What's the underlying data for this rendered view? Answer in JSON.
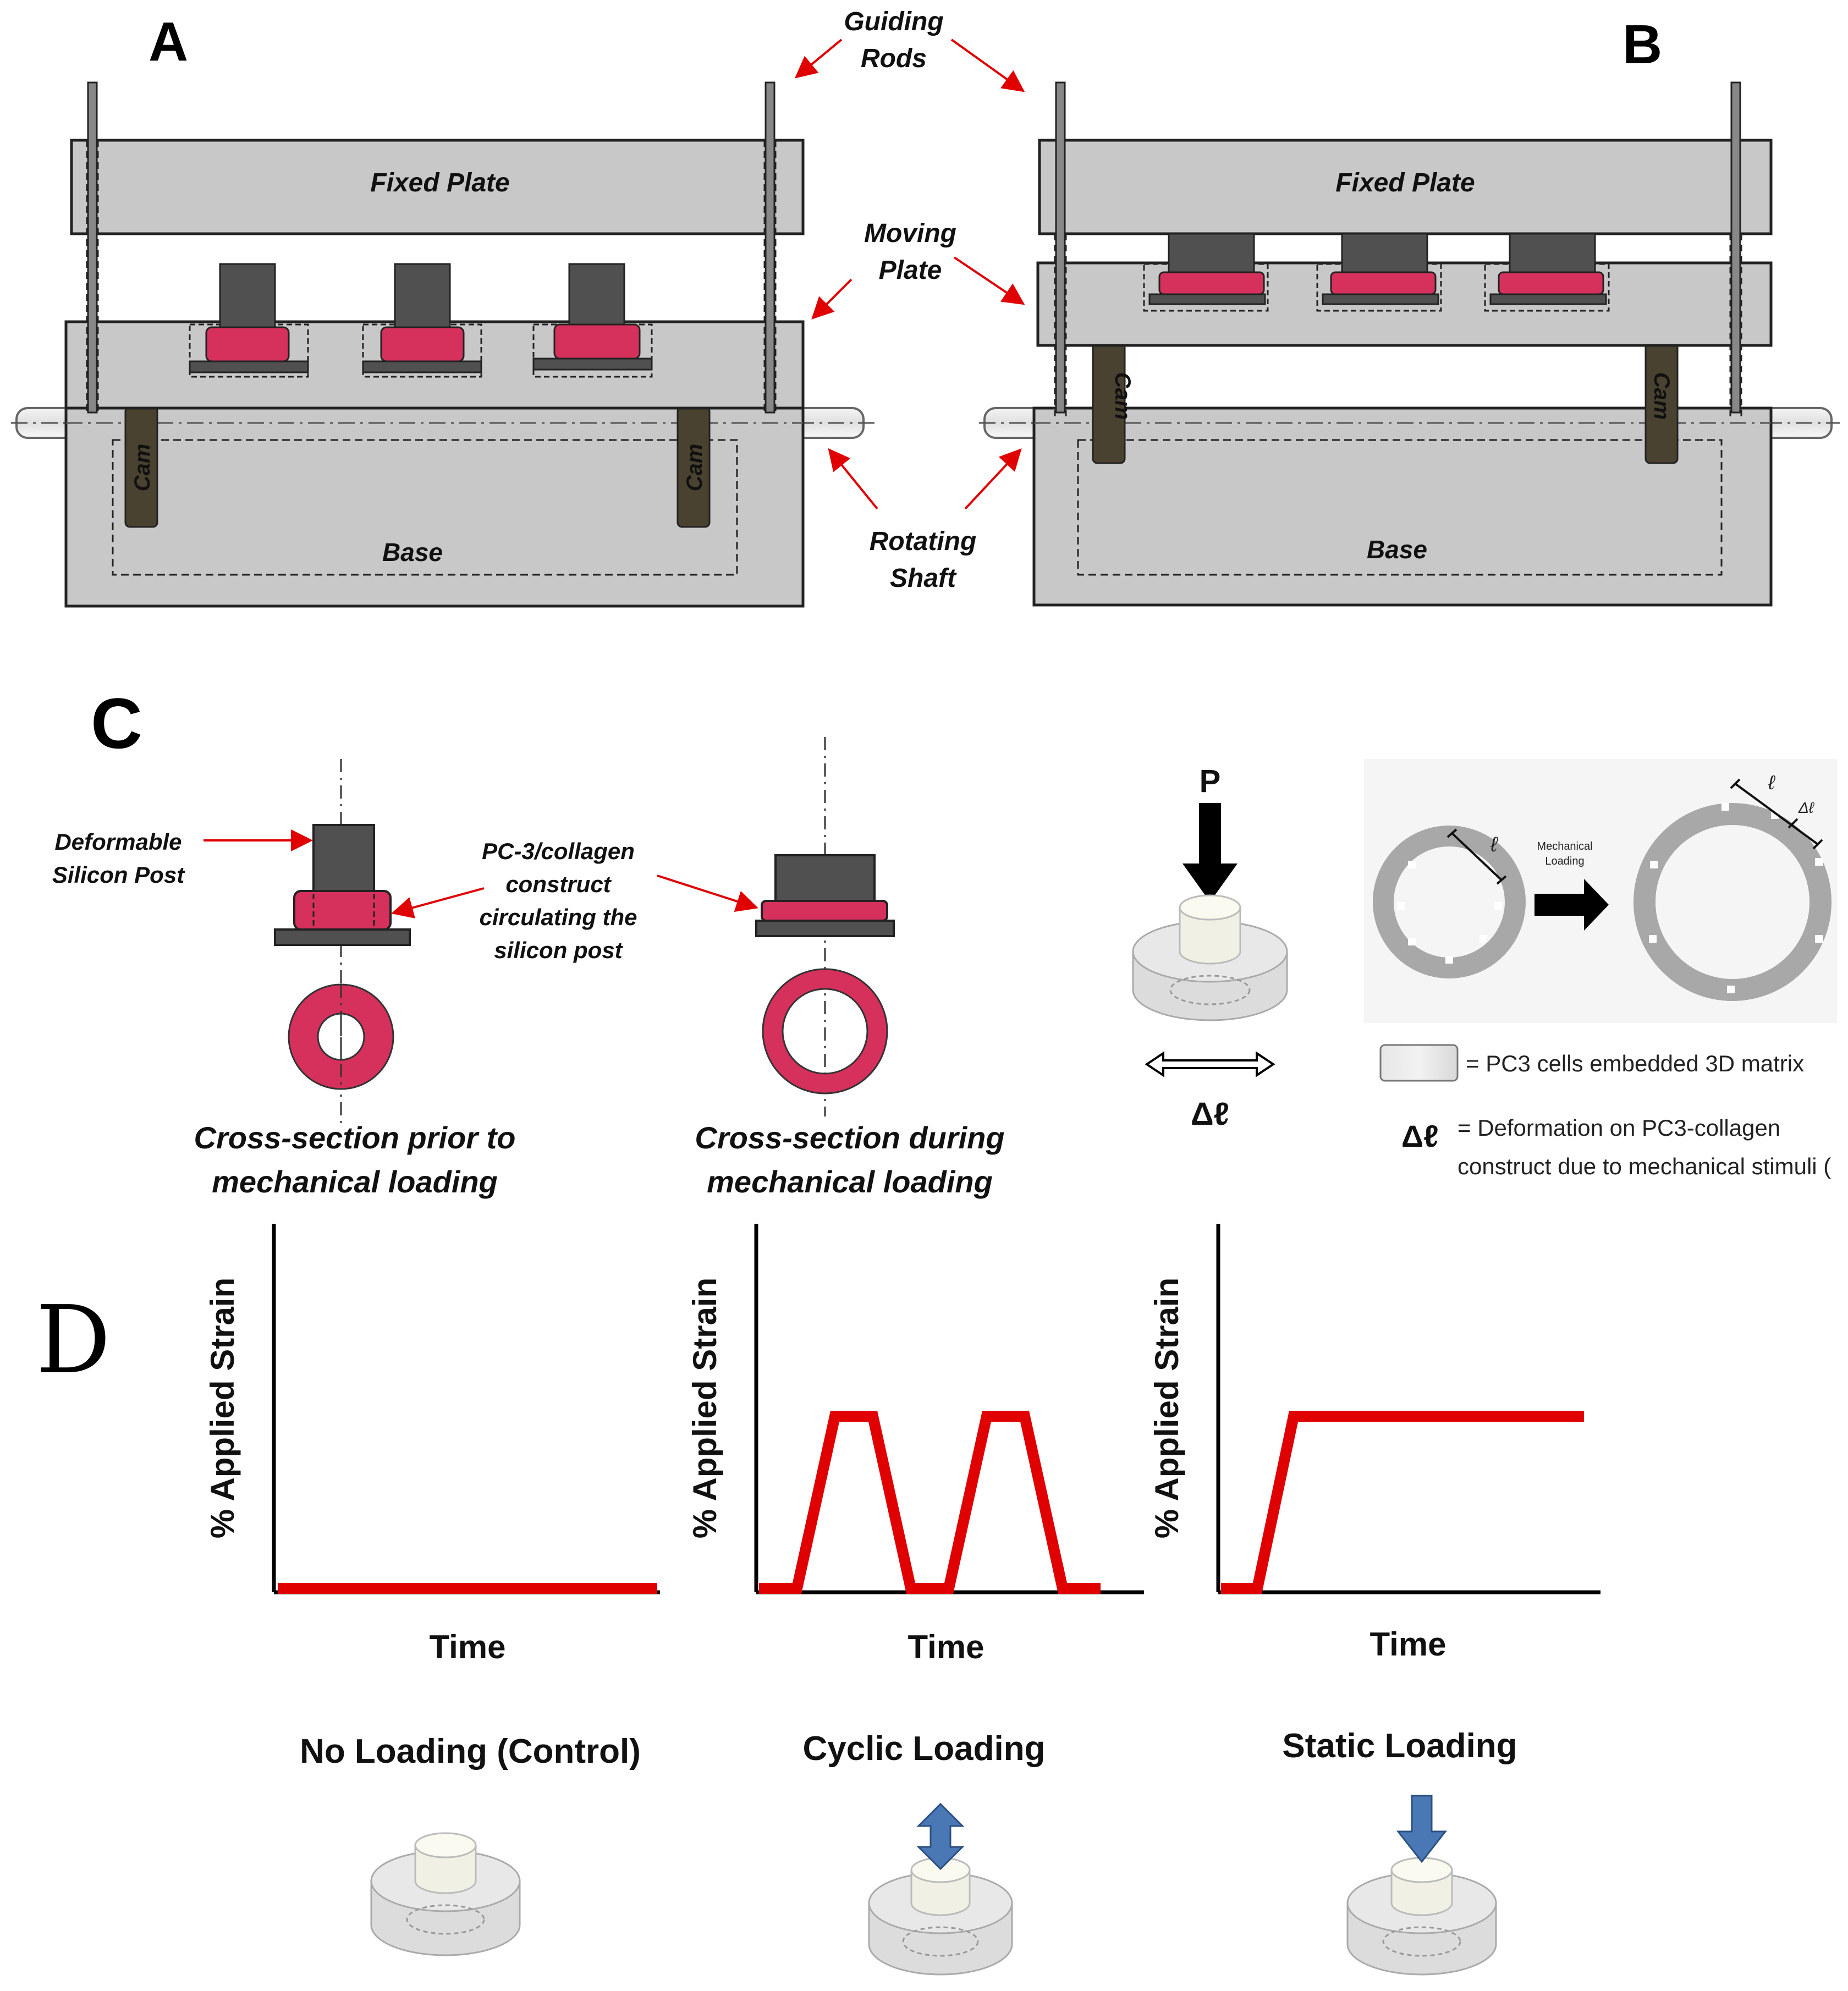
{
  "panels": {
    "a": "A",
    "b": "B",
    "c": "C",
    "d": "D"
  },
  "apparatus": {
    "fixed_plate": "Fixed Plate",
    "base": "Base",
    "cam": "Cam",
    "guiding_rods": [
      "Guiding",
      "Rods"
    ],
    "moving_plate": [
      "Moving",
      "Plate"
    ],
    "rotating_shaft": [
      "Rotating",
      "Shaft"
    ]
  },
  "construct": {
    "deformable_post": [
      "Deformable",
      "Silicon Post"
    ],
    "pc3_construct": [
      "PC-3/collagen",
      "construct",
      "circulating the",
      "silicon post"
    ],
    "cross_prior": [
      "Cross-section prior to",
      "mechanical loading"
    ],
    "cross_during": [
      "Cross-section during",
      "mechanical loading"
    ],
    "load_symbol": "P",
    "delta_l": "Δℓ",
    "ell": "ℓ",
    "mech_loading": [
      "Mechanical",
      "Loading"
    ],
    "legend_matrix": "= PC3  cells embedded 3D matrix",
    "legend_deformation": [
      "= Deformation on PC3-collagen",
      "construct due to mechanical stimuli ("
    ]
  },
  "colors": {
    "plate": "#c8c8c8",
    "cam": "#4a4230",
    "construct": "#d6305c",
    "post": "#505050",
    "signal": "#e00000",
    "arrow_blue": "#4a78b5"
  },
  "chart_data": [
    {
      "type": "line",
      "title": "No Loading (Control)",
      "xlabel": "Time",
      "ylabel": "% Applied Strain",
      "x": [
        0,
        1
      ],
      "y": [
        0,
        0
      ]
    },
    {
      "type": "line",
      "title": "Cyclic  Loading",
      "xlabel": "Time",
      "ylabel": "% Applied Strain",
      "x": [
        0,
        0.1,
        0.2,
        0.3,
        0.4,
        0.5,
        0.6,
        0.7,
        0.8,
        0.9
      ],
      "y": [
        0,
        0,
        1,
        1,
        0,
        0,
        1,
        1,
        0,
        0
      ]
    },
    {
      "type": "line",
      "title": "Static  Loading",
      "xlabel": "Time",
      "ylabel": "% Applied Strain",
      "x": [
        0,
        0.1,
        0.2,
        1
      ],
      "y": [
        0,
        0,
        1,
        1
      ]
    }
  ]
}
